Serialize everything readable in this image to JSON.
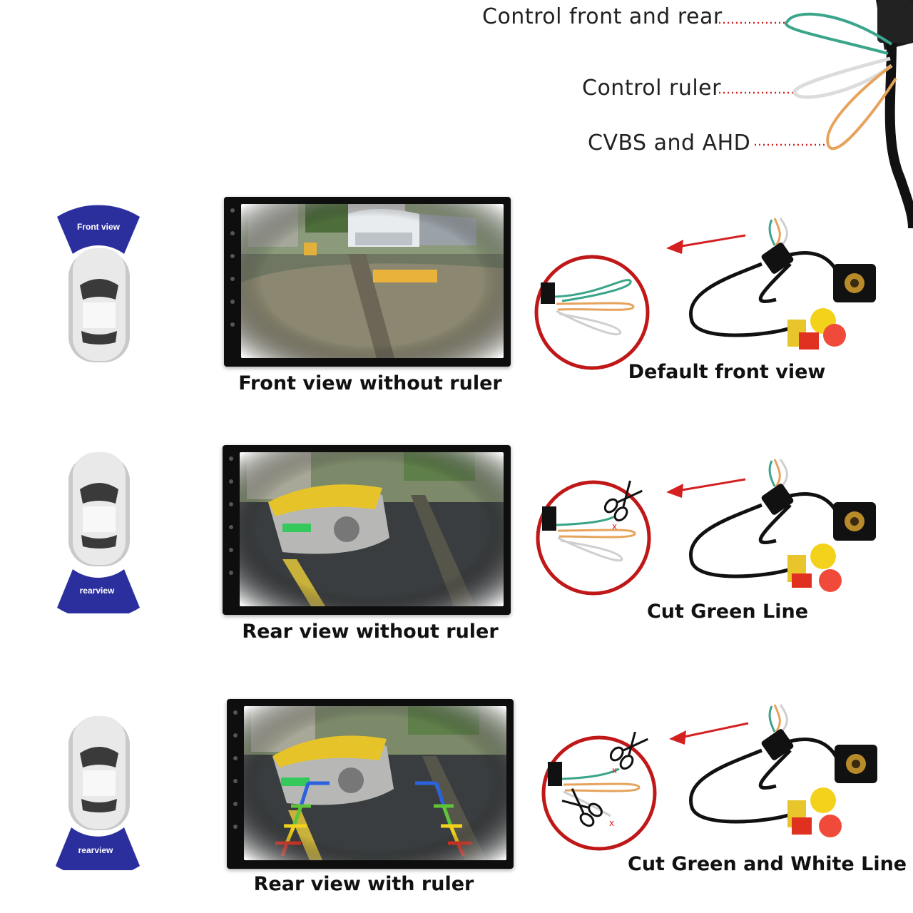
{
  "wire_labels": {
    "control_front_rear": "Control front and rear",
    "control_ruler": "Control ruler",
    "cvbs_ahd": "CVBS and AHD"
  },
  "rows": [
    {
      "zone_label": "Front view",
      "screen_caption": "Front view without ruler",
      "wire_caption": "Default front view"
    },
    {
      "zone_label": "rearview",
      "screen_caption": "Rear view without ruler",
      "wire_caption": "Cut Green Line"
    },
    {
      "zone_label": "rearview",
      "screen_caption": "Rear view with ruler",
      "wire_caption": "Cut Green and White Line"
    }
  ],
  "colors": {
    "zone_blue": "#2b2f9e",
    "arrow_red": "#d42020",
    "wire_green": "#3aa58a",
    "wire_white": "#e8e8e8",
    "wire_orange": "#e6a35c",
    "ruler_red": "#e53020",
    "ruler_yellow": "#f2d21c",
    "ruler_green": "#5fc43a",
    "ruler_blue": "#2a62e0"
  },
  "icons": [
    "scissors-icon",
    "arrow-left-icon",
    "car-topview-icon",
    "rca-connector-icon",
    "camera-icon"
  ]
}
